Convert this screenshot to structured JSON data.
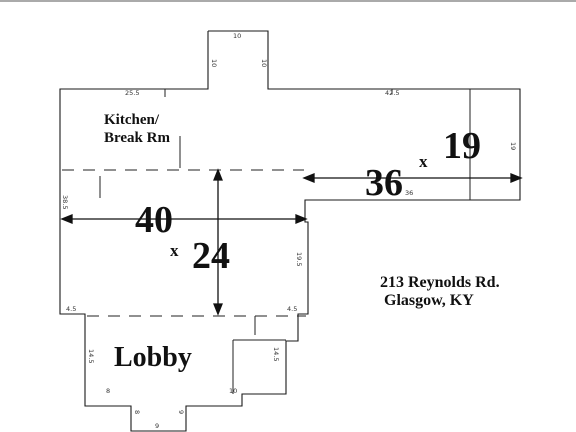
{
  "rooms": {
    "kitchen_line1": "Kitchen/",
    "kitchen_line2": "Break Rm",
    "lobby": "Lobby"
  },
  "main_dimension": {
    "width": "40",
    "x": "x",
    "depth": "24"
  },
  "wing_dimension": {
    "width": "36",
    "x": "x",
    "depth": "19"
  },
  "address": {
    "line1": "213 Reynolds Rd.",
    "line2": "Glasgow, KY"
  },
  "measurements": {
    "top_bump": "10",
    "bump_left": "10",
    "bump_right": "10",
    "kitchen_top": "25.5",
    "wing_top": "42.5",
    "left_wall": "38.5",
    "wing_right": "19",
    "wing_bottom": "36",
    "main_right": "19.5",
    "lower_left": "4.5",
    "lower_right": "4.5",
    "lobby_left": "14.5",
    "lobby_right": "14.5",
    "lobby_bottom_left": "8",
    "lobby_bottom_right": "10",
    "entry_left": "8",
    "entry_right": "9",
    "entry_bottom": "9"
  }
}
